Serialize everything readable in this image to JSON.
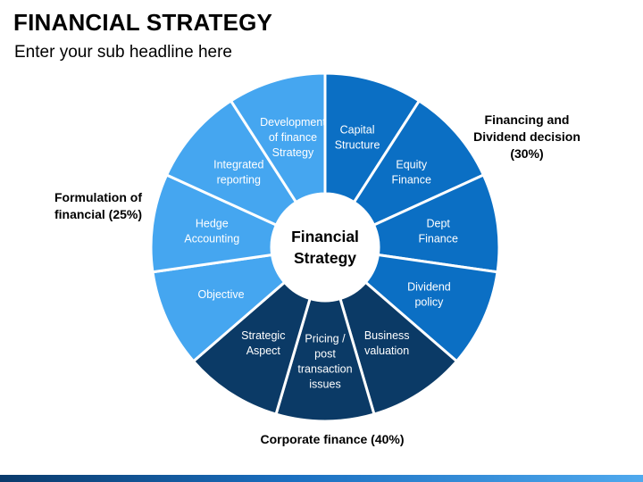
{
  "title": "FINANCIAL STRATEGY",
  "subtitle": "Enter your sub headline here",
  "center": {
    "lines": [
      "Financial",
      "Strategy"
    ]
  },
  "groups": {
    "financing": {
      "lines": [
        "Financing and",
        "Dividend decision",
        "(30%)"
      ],
      "color": "#0b6fc4"
    },
    "formulation": {
      "lines": [
        "Formulation of",
        "financial (25%)"
      ],
      "color": "#45a6f0"
    },
    "corporate": {
      "lines": [
        "Corporate finance (40%)"
      ],
      "color": "#0b3a66"
    }
  },
  "segments": [
    {
      "lines": [
        "Capital",
        "Structure"
      ],
      "color": "#0b6fc4"
    },
    {
      "lines": [
        "Equity",
        "Finance"
      ],
      "color": "#0b6fc4"
    },
    {
      "lines": [
        "Dept",
        "Finance"
      ],
      "color": "#0b6fc4"
    },
    {
      "lines": [
        "Dividend",
        "policy"
      ],
      "color": "#0b6fc4"
    },
    {
      "lines": [
        "Business",
        "valuation"
      ],
      "color": "#0b3a66"
    },
    {
      "lines": [
        "Pricing /",
        "post",
        "transaction",
        "issues"
      ],
      "color": "#0b3a66"
    },
    {
      "lines": [
        "Strategic",
        "Aspect"
      ],
      "color": "#0b3a66"
    },
    {
      "lines": [
        "Objective"
      ],
      "color": "#45a6f0"
    },
    {
      "lines": [
        "Hedge",
        "Accounting"
      ],
      "color": "#45a6f0"
    },
    {
      "lines": [
        "Integrated",
        "reporting"
      ],
      "color": "#45a6f0"
    },
    {
      "lines": [
        "Development",
        "of finance",
        "Strategy"
      ],
      "color": "#45a6f0"
    }
  ]
}
